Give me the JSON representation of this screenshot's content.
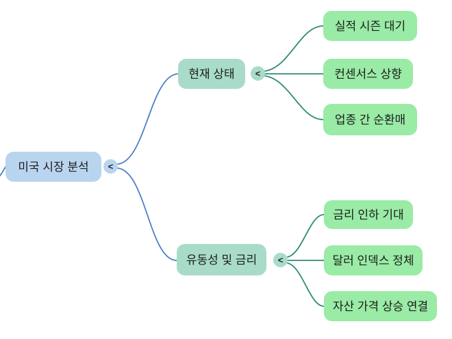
{
  "colors": {
    "background": "#ffffff",
    "root_fill": "#b9d4ee",
    "branch_fill": "#a8dcc8",
    "leaf_fill": "#99eba5",
    "blue_line": "#4a81c6",
    "teal_line": "#2e8b75",
    "text": "#1c1c1c"
  },
  "mindmap": {
    "root": {
      "label": "미국 시장 분석",
      "toggle": "<"
    },
    "branches": [
      {
        "label": "현재 상태",
        "toggle": "<",
        "children": [
          {
            "label": "실적 시즌 대기"
          },
          {
            "label": "컨센서스 상향"
          },
          {
            "label": "업종 간 순환매"
          }
        ]
      },
      {
        "label": "유동성 및 금리",
        "toggle": "<",
        "children": [
          {
            "label": "금리 인하 기대"
          },
          {
            "label": "달러 인덱스 정체"
          },
          {
            "label": "자산 가격 상승 연결"
          }
        ]
      }
    ]
  }
}
